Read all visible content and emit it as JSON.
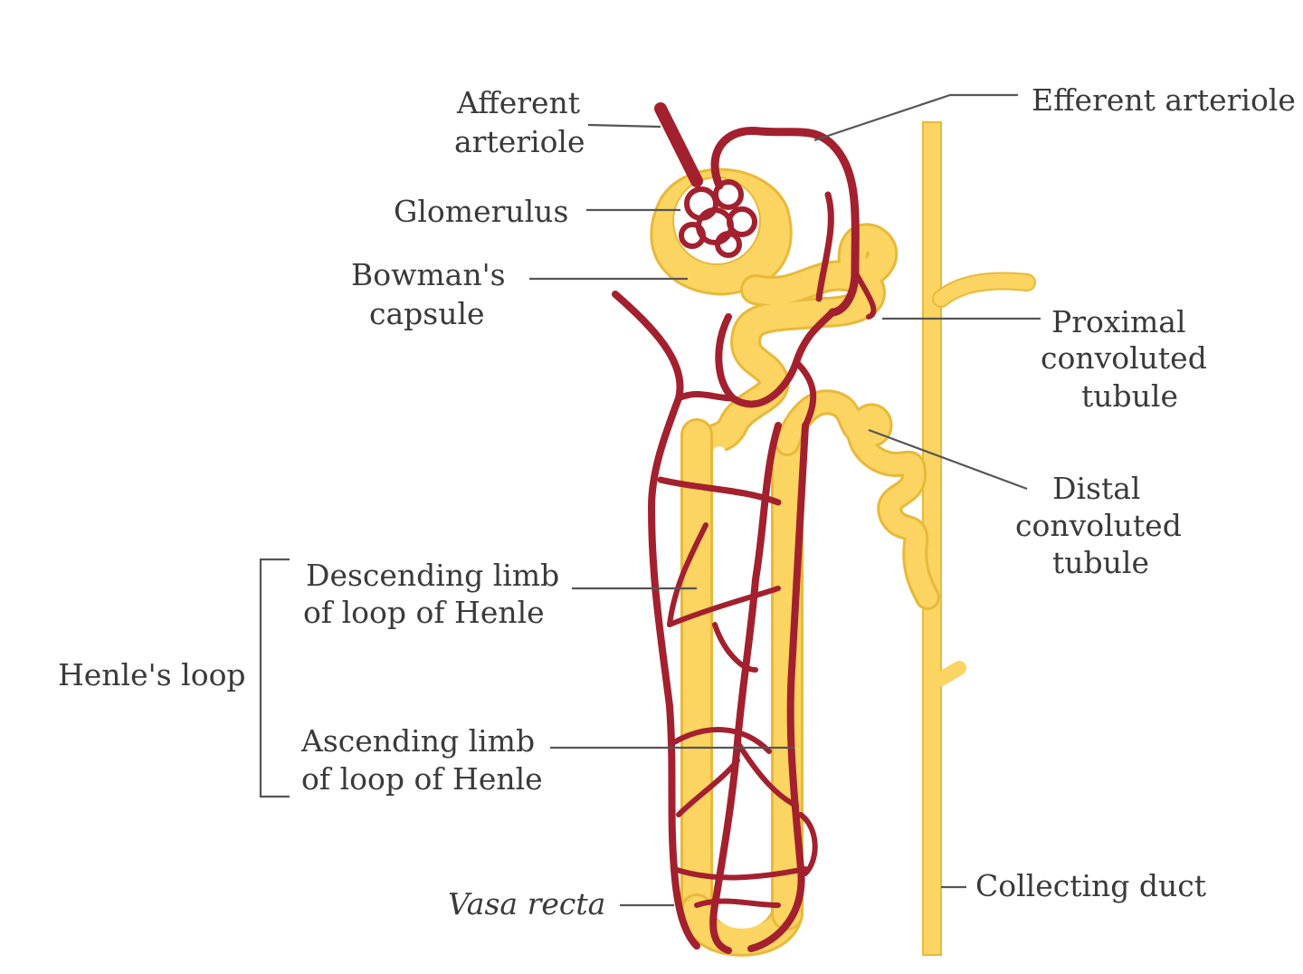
{
  "colors": {
    "tubule_fill": "#fcd461",
    "tubule_edge": "#e8b93a",
    "vessel": "#a3202e",
    "leader": "#555555",
    "text": "#3a3a3a",
    "background": "#ffffff"
  },
  "labels": {
    "afferent_arteriole": [
      "Afferent",
      "arteriole"
    ],
    "efferent_arteriole": "Efferent arteriole",
    "glomerulus": "Glomerulus",
    "bowmans_capsule": [
      "Bowman's",
      "capsule"
    ],
    "proximal_convoluted_tubule": [
      "Proximal",
      "convoluted",
      "tubule"
    ],
    "distal_convoluted_tubule": [
      "Distal",
      "convoluted",
      "tubule"
    ],
    "descending_limb": [
      "Descending limb",
      "of loop of Henle"
    ],
    "henles_loop": "Henle's loop",
    "ascending_limb": [
      "Ascending limb",
      "of loop of Henle"
    ],
    "vasa_recta": "Vasa recta",
    "collecting_duct": "Collecting duct"
  }
}
